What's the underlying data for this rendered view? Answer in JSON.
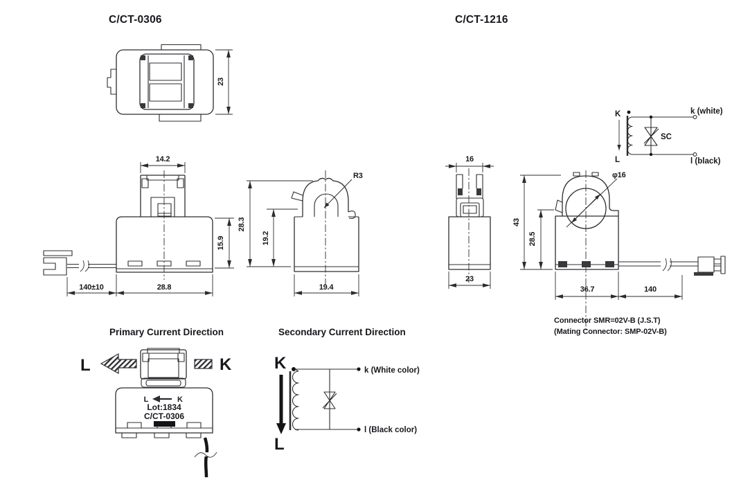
{
  "colors": {
    "background": "#ffffff",
    "line": "#2c2c30",
    "text": "#17171d"
  },
  "cct0306": {
    "title": "C/CT-0306",
    "top_view": {
      "height": "23"
    },
    "front_view": {
      "top_width": "14.2",
      "body_height": "15.9",
      "lead_length": "140±10",
      "body_width": "28.8"
    },
    "side_view": {
      "radius": "R3",
      "overall_height": "28.3",
      "body_height": "19.2",
      "depth": "19.4"
    }
  },
  "cct1216": {
    "title": "C/CT-1216",
    "schematic": {
      "k": "K",
      "l": "L",
      "k_lead": "k (white)",
      "l_lead": "l (black)",
      "suppressor": "SC"
    },
    "side_view": {
      "top_width": "16",
      "body_width": "23"
    },
    "front_view": {
      "overall_height": "43",
      "hole_diameter": "φ16",
      "body_height": "28.5",
      "body_width": "36.7",
      "lead_length": "140"
    },
    "connector_note_line1": "Connector SMR=02V-B (J.S.T)",
    "connector_note_line2": "(Mating Connector: SMP-02V-B)"
  },
  "primary": {
    "title": "Primary Current Direction",
    "l_label": "L",
    "k_label": "K",
    "marking_l": "L",
    "marking_k": "K",
    "marking_lot": "Lot:1834",
    "marking_model": "C/CT-0306"
  },
  "secondary": {
    "title": "Secondary Current Direction",
    "k": "K",
    "l": "L",
    "k_lead": "k (White color)",
    "l_lead": "l (Black color)"
  }
}
